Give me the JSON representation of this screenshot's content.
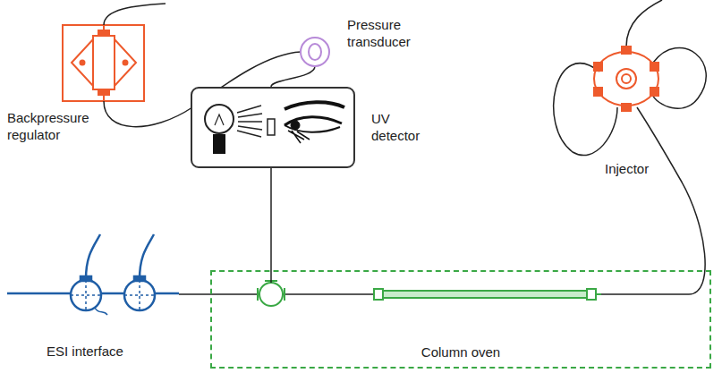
{
  "diagram": {
    "nodes": [
      {
        "text": [
          "UV detector"
        ]
      },
      {
        "text": [
          "Column oven"
        ]
      }
    ],
    "edges": [
      {
        "from": 1,
        "to": 0,
        "arrow": "none"
      }
    ],
    "labels": [
      "Backpressure regulator",
      "Pressure transducer",
      "Injector",
      "ESI interface"
    ]
  }
}
